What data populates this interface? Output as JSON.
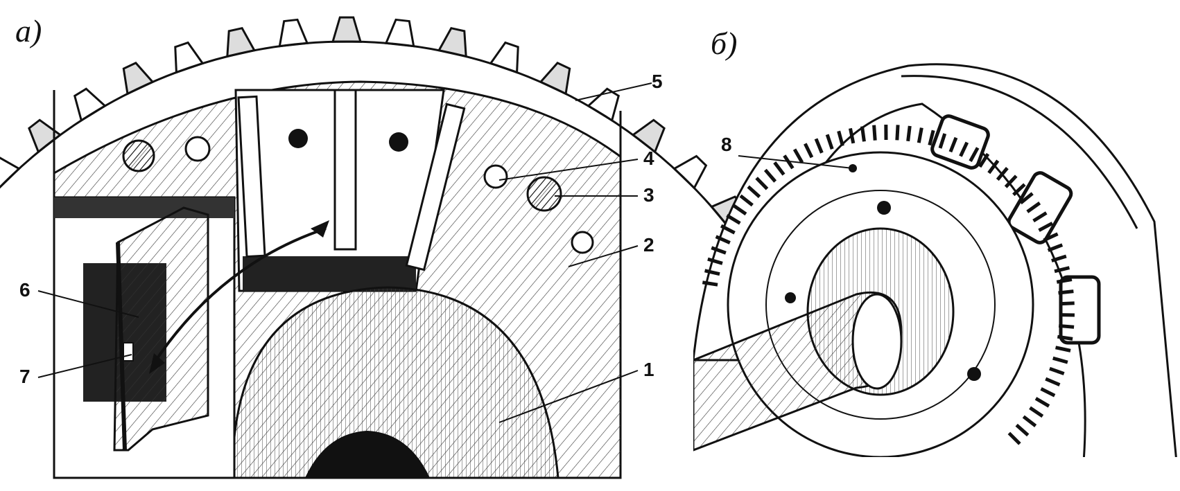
{
  "panels": [
    {
      "tag": "а)"
    },
    {
      "tag": "б)"
    }
  ],
  "callouts": [
    "1",
    "2",
    "3",
    "4",
    "5",
    "6",
    "7",
    "8"
  ],
  "colors": {
    "ink": "#111111",
    "paper": "#ffffff",
    "shade": "#5a5a5a"
  }
}
